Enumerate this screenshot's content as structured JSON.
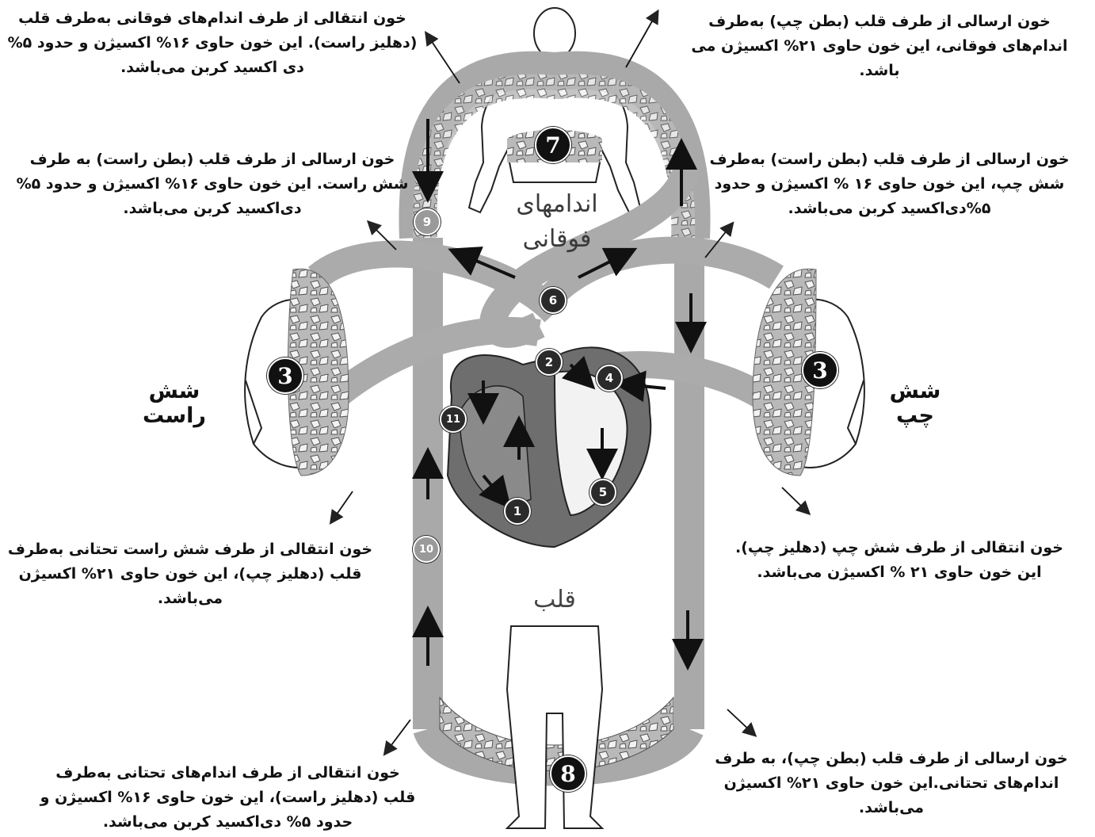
{
  "captions": {
    "upper_limbs_to_heart": "خون انتقالی از طرف اندام‌های فوقانی به‌طرف قلب (دهلیز راست). این خون حاوی ۱۶% اکسیژن و حدود ۵% دی اکسید کربن می‌باشد.",
    "heart_to_upper_limbs": "خون ارسالی از طرف قلب (بطن چپ) به‌طرف اندام‌های فوقانی، این خون حاوی ۲۱% اکسیژن می باشد.",
    "heart_to_right_lung": "خون ارسالی از طرف قلب (بطن راست) به طرف شش راست. این خون حاوی ۱۶% اکسیژن و حدود ۵% دی‌اکسید کربن می‌باشد.",
    "heart_to_left_lung": "خون ارسالی از طرف قلب (بطن راست) به‌طرف شش چپ، این خون حاوی ۱۶ % اکسیژن و حدود ۵%دی‌اکسید کربن می‌باشد.",
    "right_lung_to_heart": "خون انتقالی از طرف شش راست تحتانی به‌طرف قلب (دهلیز چپ)، این خون حاوی ۲۱% اکسیژن می‌باشد.",
    "left_lung_to_heart": "خون انتقالی از طرف شش چپ (دهلیز چپ). این خون حاوی ۲۱ % اکسیژن می‌باشد.",
    "lower_limbs_to_heart": "خون انتقالی از طرف اندام‌های تحتانی به‌طرف قلب (دهلیز راست)، این خون حاوی ۱۶% اکسیژن و حدود ۵% دی‌اکسید کربن می‌باشد.",
    "heart_to_lower_limbs": "خون ارسالی از طرف قلب (بطن چپ)، به طرف اندام‌های تحتانی.این خون حاوی ۲۱% اکسیژن می‌باشد."
  },
  "labels": {
    "right_lung": "شش راست",
    "left_lung": "شش چپ",
    "upper_limbs": "اندامهای فوقانی",
    "heart": "قلب"
  },
  "markers": {
    "m1": "1",
    "m2": "2",
    "m3_right": "3",
    "m3_left": "3",
    "m4": "4",
    "m5": "5",
    "m6": "6",
    "m7": "7",
    "m8": "8",
    "m9": "9",
    "m10": "10",
    "m11": "11"
  }
}
